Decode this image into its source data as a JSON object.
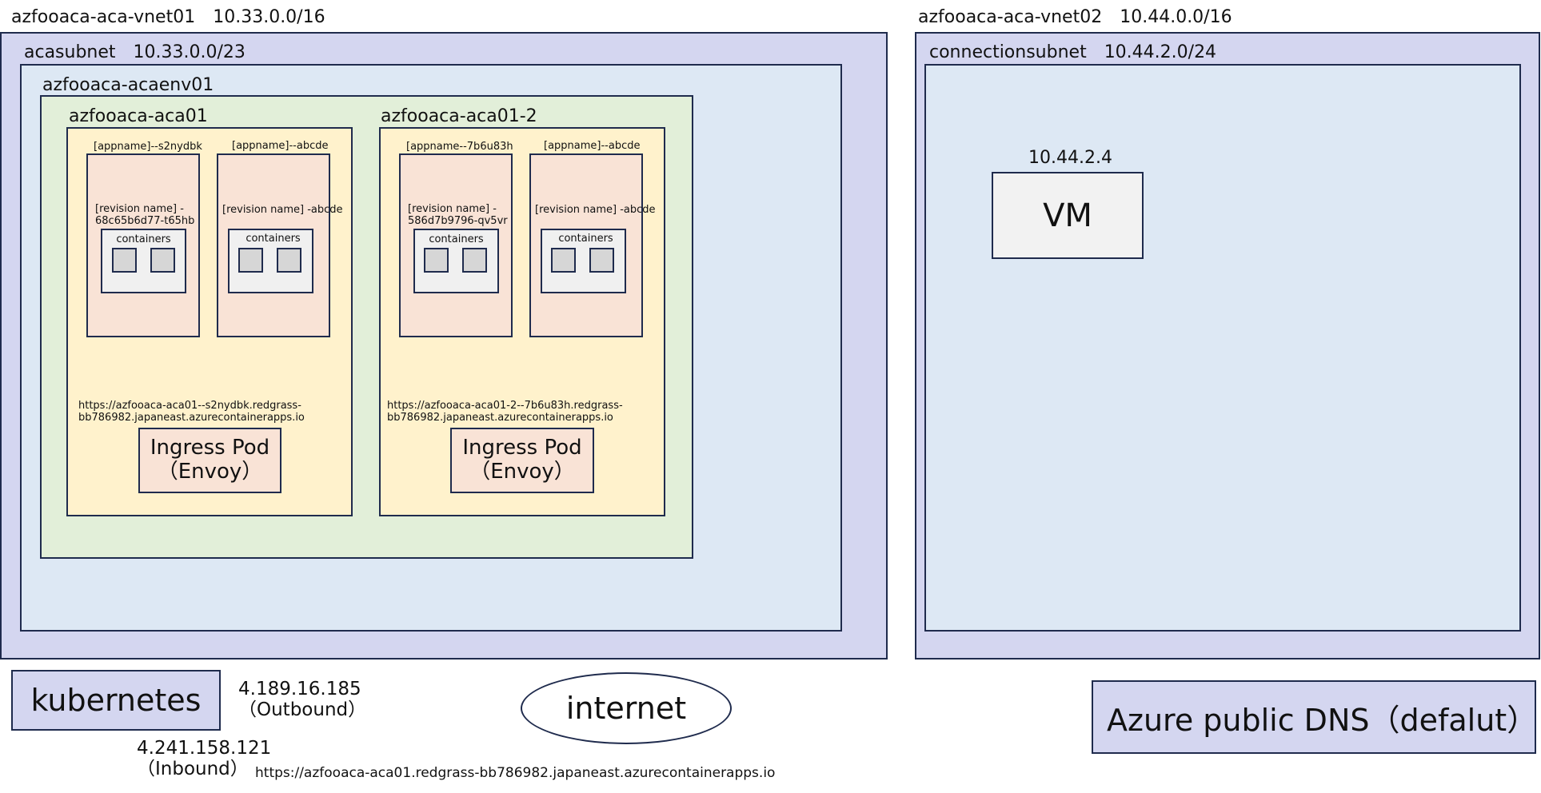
{
  "vnet01": {
    "label": "azfooaca-aca-vnet01　10.33.0.0/16",
    "subnet_label": "acasubnet　10.33.0.0/23",
    "env_label": "azfooaca-acaenv01",
    "apps": [
      {
        "title": "azfooaca-aca01",
        "revisions": [
          {
            "appname": "[appname]--s2nydbk",
            "rev1": "[revision name] -",
            "rev2": "68c65b6d77-t65hb",
            "containers": "containers"
          },
          {
            "appname": "[appname]--abcde",
            "rev1": "[revision name] -abcde",
            "rev2": "",
            "containers": "containers"
          }
        ],
        "url1": "https://azfooaca-aca01--s2nydbk.redgrass-",
        "url2": "bb786982.japaneast.azurecontainerapps.io",
        "ingress1": "Ingress Pod",
        "ingress2": "（Envoy）"
      },
      {
        "title": "azfooaca-aca01-2",
        "revisions": [
          {
            "appname": "[appname--7b6u83h",
            "rev1": "[revision name] -",
            "rev2": "586d7b9796-qv5vr",
            "containers": "containers"
          },
          {
            "appname": "[appname]--abcde",
            "rev1": "[revision name] -abcde",
            "rev2": "",
            "containers": "containers"
          }
        ],
        "url1": "https://azfooaca-aca01-2--7b6u83h.redgrass-",
        "url2": "bb786982.japaneast.azurecontainerapps.io",
        "ingress1": "Ingress Pod",
        "ingress2": "（Envoy）"
      }
    ]
  },
  "vnet02": {
    "label": "azfooaca-aca-vnet02　10.44.0.0/16",
    "subnet_label": "connectionsubnet　10.44.2.0/24",
    "vm_ip": "10.44.2.4",
    "vm_label": "VM"
  },
  "bottom": {
    "kubernetes": "kubernetes",
    "outbound_ip": "4.189.16.185",
    "outbound_label": "（Outbound）",
    "inbound_ip": "4.241.158.121",
    "inbound_label": "（Inbound）",
    "inbound_url": "https://azfooaca-aca01.redgrass-bb786982.japaneast.azurecontainerapps.io",
    "internet": "internet",
    "dns": "Azure public DNS（defalut）"
  },
  "colors": {
    "vnet": "#d4d6f0",
    "subnet": "#dde8f4",
    "environment": "#e2efd9",
    "container_app": "#fff2cc",
    "revision": "#f9e3d6",
    "border": "#1f2b4d"
  }
}
